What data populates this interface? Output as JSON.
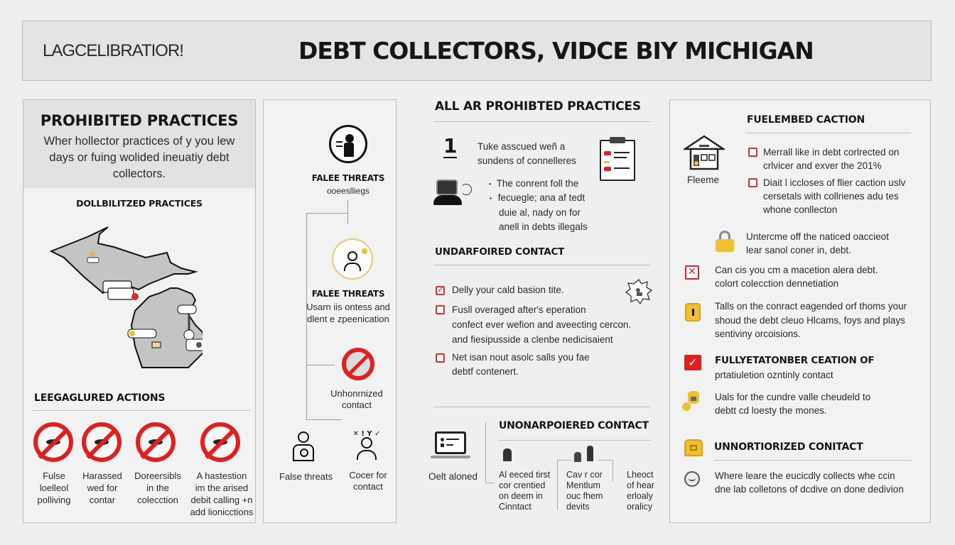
{
  "header": {
    "brand": "LAGCELIBRATIOR!",
    "title": "DEBT COLLECTORS, VIDCE BIY MICHIGAN"
  },
  "left_panel": {
    "title": "PROHIBITED PRACTICES",
    "intro_lines": [
      "Wher hollector practices of y you lew",
      "days or fuing wolided ineuatiy debt",
      "collectors."
    ],
    "map_heading": "DOLLBILITZED PRACTICES",
    "actions_heading": "LEEGAGLURED ACTIONS",
    "actions": [
      {
        "icon": "prohibited-icon",
        "lines": [
          "Fulse",
          "loelleol",
          "polliving"
        ]
      },
      {
        "icon": "prohibited-icon",
        "lines": [
          "Harassed",
          "wed for",
          "contar"
        ]
      },
      {
        "icon": "prohibited-icon",
        "lines": [
          "Doreersibls",
          "in the",
          "colecction"
        ]
      },
      {
        "icon": "prohibited-icon",
        "lines": [
          "A hastestion",
          "im the arised",
          "debit calling +n",
          "add lionicctions"
        ]
      }
    ]
  },
  "flow_panel": {
    "node1": {
      "icon": "threat-person-icon",
      "title": "FALEE THREATS",
      "sub": "ooeeslliegs"
    },
    "node2": {
      "icon": "person-group-icon",
      "title": "FALEE THREATS",
      "lines": [
        "Usarn iis ontess and",
        "dlent e zpeenication"
      ]
    },
    "node3": {
      "icon": "prohibited-contact-icon",
      "lines": [
        "Unhonrnized",
        "contact"
      ]
    },
    "node4": {
      "icon": "person-badge-icon",
      "label": "False threats"
    },
    "node5": {
      "icon": "shouting-person-icon",
      "lines": [
        "Cocer for",
        "contact"
      ]
    }
  },
  "middle": {
    "heading": "ALL AR PROHIBTED PRACTICES",
    "step_number": "1",
    "step_lines": [
      "Tuke asscued weñ a",
      "sundens of connelleres"
    ],
    "bullets": [
      "The conrent foll the",
      "fecuegle; ana af tedt",
      "duie al, nady on for",
      "anell in debts illegals"
    ],
    "contact_heading": "UNDARFOIRED CONTACT",
    "checklist": [
      {
        "checked": true,
        "lines": [
          "Delly your cald basion tite."
        ]
      },
      {
        "checked": false,
        "lines": [
          "Fusll overaged after's eperation",
          "confect ever wefion and aveecting cercon.",
          "and fiesipusside a clenbe nedicisaient"
        ]
      },
      {
        "checked": false,
        "lines": [
          "Net isan nout asolc salls you fae",
          "debtf contenert."
        ]
      }
    ],
    "bottom_heading": "UNONARPOIERED CONTACT",
    "laptop_label": "Oelt aloned",
    "columns": [
      {
        "lines": [
          "Al eeced tirst",
          "cor crentied",
          "on deem in",
          "Cinntact"
        ]
      },
      {
        "lines": [
          "Cav r cor",
          "Mentlum",
          "ouc fhem",
          "devits"
        ]
      },
      {
        "lines": [
          "Lheoct",
          "of hear",
          "erloaly",
          "oralicy"
        ]
      }
    ]
  },
  "right_panel": {
    "heading": "FUELEMBED CACTION",
    "house_label": "Fleeme",
    "checklist": [
      {
        "lines": [
          "Merrall like in debt corlrected on",
          "crlvicer and exver the 201%"
        ]
      },
      {
        "lines": [
          "Diait l iccloses of flier caction uslv",
          "cersetals with collrienes adu tes",
          "whone conllecton"
        ]
      }
    ],
    "items": [
      {
        "icon": "padlock-icon",
        "lines": [
          "Untercme off the naticed oaccieot",
          "lear sanol coner in, debt."
        ]
      },
      {
        "icon": "cancel-document-icon",
        "lines": [
          "Can cis you cm a macetion alera debt.",
          "colort colecction dennetiation"
        ]
      },
      {
        "icon": "tag-icon",
        "lines": [
          "Talls on the conract eagended orf thoms your",
          "shoud the debt cleuo Hlcams, foys and plays",
          "sentiviny orcoisions."
        ]
      }
    ],
    "checked_heading": "FULLYETATONBER CEATION OF",
    "checked_sub": "prtatiuletion ozntinly contact",
    "item_money": {
      "icon": "money-icon",
      "lines": [
        "Uals for the cundre valle cheudeld to",
        "debtt cd loesty the mones."
      ]
    },
    "bottom_heading": "UNNORTIORIZED CONITACT",
    "bottom_item": {
      "icon": "face-icon",
      "lines": [
        "Where leare the eucicdly collects whe ccin",
        "dne lab colletons of dcdive on done dedivion"
      ]
    }
  },
  "colors": {
    "accent_red": "#e02020",
    "accent_yellow": "#f0c030",
    "background": "#efefef",
    "text": "#1c1c1c"
  }
}
